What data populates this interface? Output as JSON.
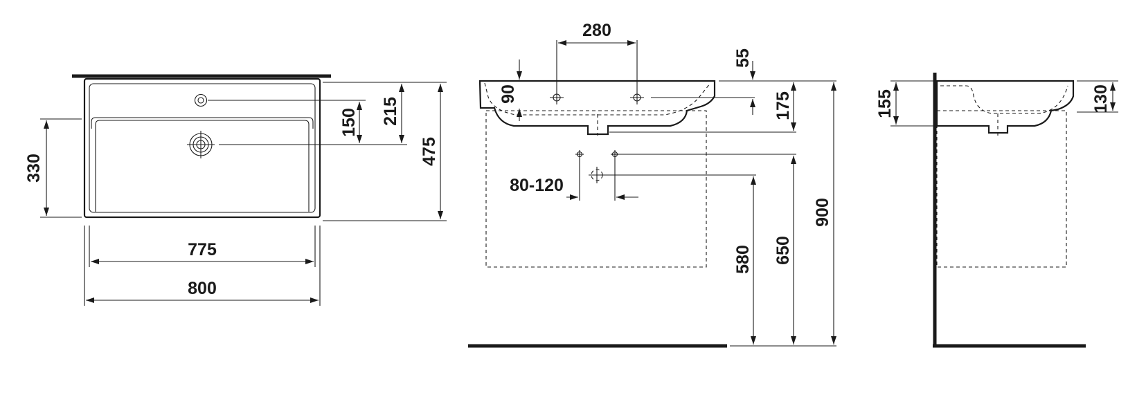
{
  "plan_view": {
    "dims": {
      "depth_inner": "330",
      "width_inner": "775",
      "width_outer": "800",
      "tap_to_waste": "150",
      "tap_from_back": "215",
      "depth_outer": "475"
    }
  },
  "front_view": {
    "dims": {
      "tap_spacing": "280",
      "rim_thickness": "55",
      "bowl_depth": "90",
      "height_to_waste": "175",
      "waste_offset": "80-120",
      "outlet_height_low": "580",
      "outlet_height_high": "650",
      "mounting_height": "900"
    }
  },
  "side_view": {
    "dims": {
      "side_height": "155",
      "side_depth": "130"
    }
  }
}
